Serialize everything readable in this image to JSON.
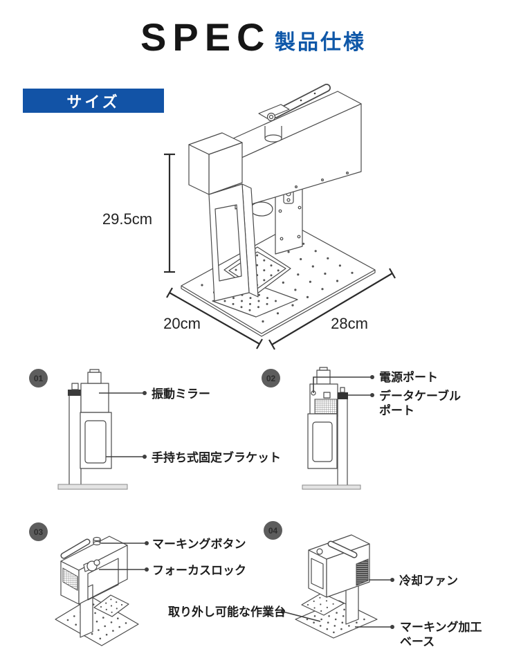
{
  "header": {
    "title": "SPEC",
    "subtitle": "製品仕様"
  },
  "size_section": {
    "banner_label": "サイズ",
    "height_label": "29.5cm",
    "depth_label": "20cm",
    "width_label": "28cm"
  },
  "features": {
    "f1": {
      "badge": "01",
      "mirror_label": "振動ミラー",
      "bracket_label": "手持ち式固定ブラケット"
    },
    "f2": {
      "badge": "02",
      "power_label": "電源ポート",
      "data_label": "データケーブル\nポート"
    },
    "f3": {
      "badge": "03",
      "button_label": "マーキングボタン",
      "focus_label": "フォーカスロック",
      "table_label": "取り外し可能な作業台"
    },
    "f4": {
      "badge": "04",
      "fan_label": "冷却ファン",
      "base_label": "マーキング加工\nベース"
    }
  },
  "colors": {
    "accent_blue": "#0e57a8",
    "banner_blue": "#1253a6",
    "badge_gray": "#5d5d5d",
    "line_gray": "#4a4a4a"
  }
}
